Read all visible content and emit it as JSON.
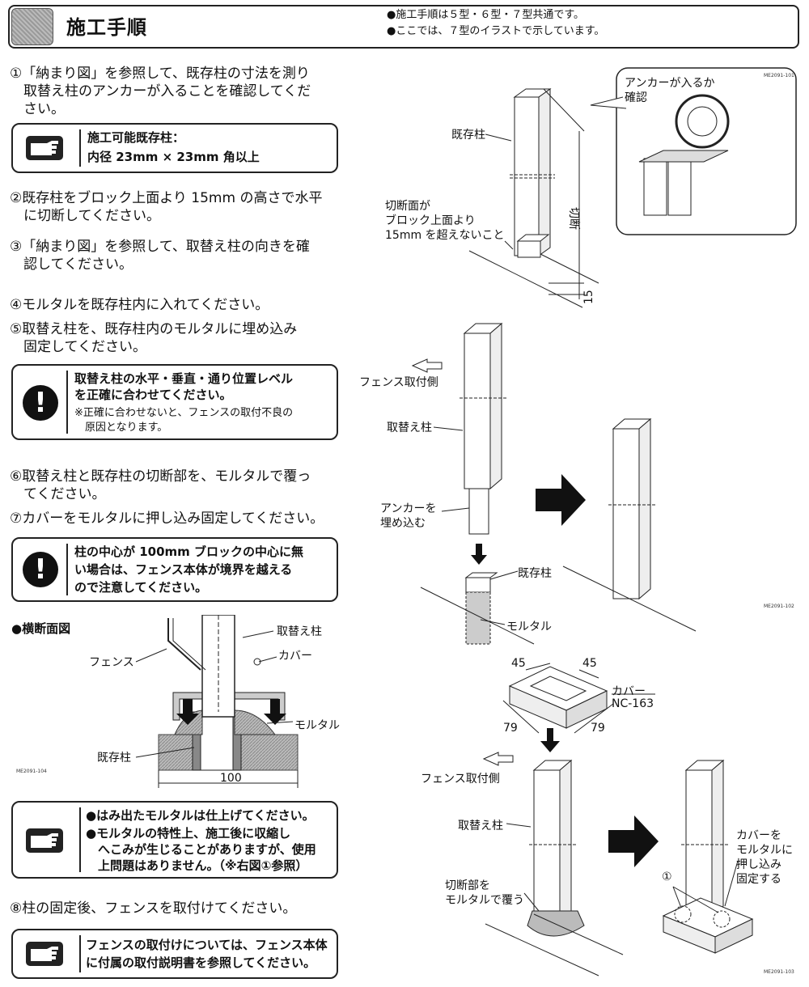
{
  "header": {
    "title": "施工手順",
    "notes": [
      "●施工手順は５型・６型・７型共通です。",
      "●ここでは、７型のイラストで示しています。"
    ]
  },
  "steps": {
    "s1": [
      "①「納まり図」を参照して、既存柱の寸法を測り",
      "　取替え柱のアンカーが入ることを確認してくだ",
      "　さい。"
    ],
    "s2": [
      "②既存柱をブロック上面より 15mm の高さで水平",
      "　に切断してください。"
    ],
    "s3": [
      "③「納まり図」を参照して、取替え柱の向きを確",
      "　認してください。"
    ],
    "s4": [
      "④モルタルを既存柱内に入れてください。"
    ],
    "s5": [
      "⑤取替え柱を、既存柱内のモルタルに埋め込み",
      "　固定してください。"
    ],
    "s6": [
      "⑥取替え柱と既存柱の切断部を、モルタルで覆っ",
      "　てください。"
    ],
    "s7": [
      "⑦カバーをモルタルに押し込み固定してください。"
    ],
    "s8": [
      "⑧柱の固定後、フェンスを取付けてください。"
    ]
  },
  "note1": {
    "line1": "施工可能既存柱：",
    "line2": "内径 23mm × 23mm 角以上"
  },
  "warn1": {
    "line1": "取替え柱の水平・垂直・通り位置レベル",
    "line2": "を正確に合わせてください。",
    "line3": "※正確に合わせないと、フェンスの取付不良の",
    "line4": "　原因となります。"
  },
  "warn2": {
    "line1": "柱の中心が 100mm ブロックの中心に無",
    "line2": "い場合は、フェンス本体が境界を越える",
    "line3": "ので注意してください。"
  },
  "note2": {
    "line1": "●はみ出たモルタルは仕上げてください。",
    "line2": "●モルタルの特性上、施工後に収縮し",
    "line3": "　へこみが生じることがありますが、使用",
    "line4": "　上問題はありません。（※右図①参照）"
  },
  "note3": {
    "line1": "フェンスの取付けについては、フェンス本体",
    "line2": "に付属の取付説明書を参照してください。"
  },
  "section": {
    "title": "●横断面図",
    "fence": "フェンス",
    "replacement": "取替え柱",
    "cover": "カバー",
    "mortar": "モルタル",
    "existing": "既存柱",
    "width": "100",
    "code": "ME2091-104"
  },
  "fig1": {
    "code": "ME2091-101",
    "callout": [
      "アンカーが入るか",
      "確認"
    ],
    "existing": "既存柱",
    "cut_note": [
      "切断面が",
      "ブロック上面より",
      "15mm を超えないこと"
    ],
    "cut": "切断",
    "dim": "15"
  },
  "fig2": {
    "code": "ME2091-102",
    "fence_side": "フェンス取付側",
    "replacement": "取替え柱",
    "anchor": [
      "アンカーを",
      "埋め込む"
    ],
    "existing": "既存柱",
    "mortar": "モルタル"
  },
  "fig3": {
    "code": "ME2091-103",
    "dim_a": "45",
    "dim_b": "45",
    "dim_c": "79",
    "dim_d": "79",
    "cover": "カバー",
    "cover_code": "NC-163",
    "fence_side": "フェンス取付側",
    "replacement": "取替え柱",
    "cover_note": [
      "切断部を",
      "モルタルで覆う"
    ],
    "press_note": [
      "カバーを",
      "モルタルに",
      "押し込み",
      "固定する"
    ],
    "mark": "①"
  }
}
